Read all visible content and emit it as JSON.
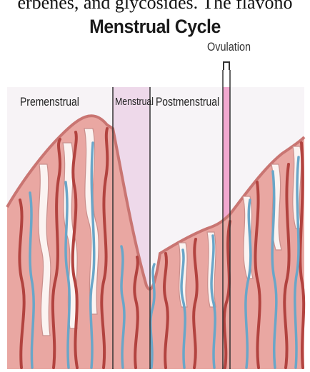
{
  "top_text": "erbenes, and glycosides. The flavono",
  "title": "Menstrual Cycle",
  "ovulation_label": "Ovulation",
  "phases": [
    {
      "label": "Premenstrual"
    },
    {
      "label": "Menstrual"
    },
    {
      "label": "Postmenstrual"
    }
  ],
  "colors": {
    "tissue": "#e9a7a2",
    "tissue_dark": "#cf7d7a",
    "vessel_red": "#b2433f",
    "vessel_blue": "#6aa6c8",
    "menstrual_band": "#e7d3e6",
    "ovulation_band": "#f1a8cf"
  }
}
